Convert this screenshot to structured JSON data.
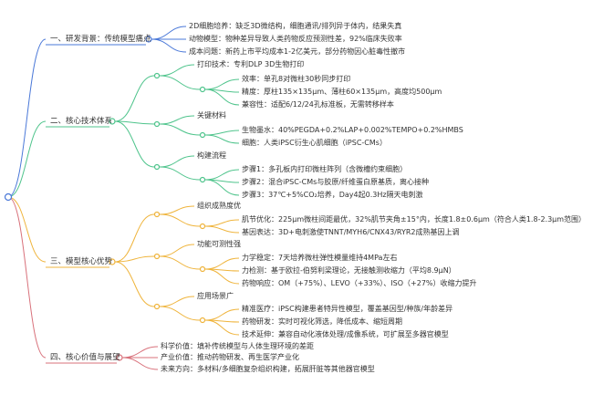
{
  "colors": {
    "b1": "#4a78d8",
    "b2": "#4fc48c",
    "b3": "#efb43c",
    "b4": "#d8707a"
  },
  "branches": [
    {
      "label": "一、研发背景：传统模型痛点",
      "children": [
        "2D细胞培养：缺乏3D微结构，细胞通讯/排列异于体内，结果失真",
        "动物模型：物种差异导致人类药物反应预测性差，92%临床失败率",
        "成本问题：新药上市平均成本1-2亿美元，部分药物因心脏毒性撤市"
      ]
    },
    {
      "label": "二、核心技术体系",
      "groups": [
        {
          "label": "打印技术：专利DLP 3D生物打印",
          "children": [
            "效率：单孔8对微柱30秒同步打印",
            "精度：厚柱135×135μm、薄柱60×135μm，高度均500μm",
            "兼容性：适配6/12/24孔标准板，无需转移样本"
          ]
        },
        {
          "label": "关键材料",
          "children": [
            "生物墨水：40%PEGDA+0.2%LAP+0.002%TEMPO+0.2%HMBS",
            "细胞：人类iPSC衍生心肌细胞（iPSC-CMs）"
          ]
        },
        {
          "label": "构建流程",
          "children": [
            "步骤1：多孔板内打印微柱阵列（含微槽约束细胞）",
            "步骤2：混合iPSC-CMs与胶原/纤维蛋白原基质，离心接种",
            "步骤3：37℃+5%CO₂培养，Day4起0.3Hz隔天电刺激"
          ]
        }
      ]
    },
    {
      "label": "三、模型核心优势",
      "groups": [
        {
          "label": "组织成熟度优",
          "children": [
            "肌节优化：225μm微柱间距最优，32%肌节夹角±15°内，长度1.8±0.6μm（符合人类1.8-2.3μm范围）",
            "基因表达：3D+电刺激使TNNT/MYH6/CNX43/RYR2成熟基因上调"
          ]
        },
        {
          "label": "功能可测性强",
          "children": [
            "力学稳定：7天培养微柱弹性模量维持4MPa左右",
            "力检测：基于欧拉-伯努利梁理论，无接触测收缩力（平均8.9μN）",
            "药物响应：OM（+75%）、LEVO（+33%）、ISO（+27%）收缩力提升"
          ]
        },
        {
          "label": "应用场景广",
          "children": [
            "精准医疗：iPSC构建患者特异性模型，覆盖基因型/种族/年龄差异",
            "药物研发：实时可视化筛选，降低成本、缩短周期",
            "技术延伸：兼容自动化液体处理/成像系统，可扩展至多器官模型"
          ]
        }
      ]
    },
    {
      "label": "四、核心价值与展望",
      "children": [
        "科学价值：填补传统模型与人体生理环境的差距",
        "产业价值：推动药物研发、再生医学产业化",
        "未来方向：多材料/多细胞复杂组织构建，拓展肝脏等其他器官模型"
      ]
    }
  ]
}
